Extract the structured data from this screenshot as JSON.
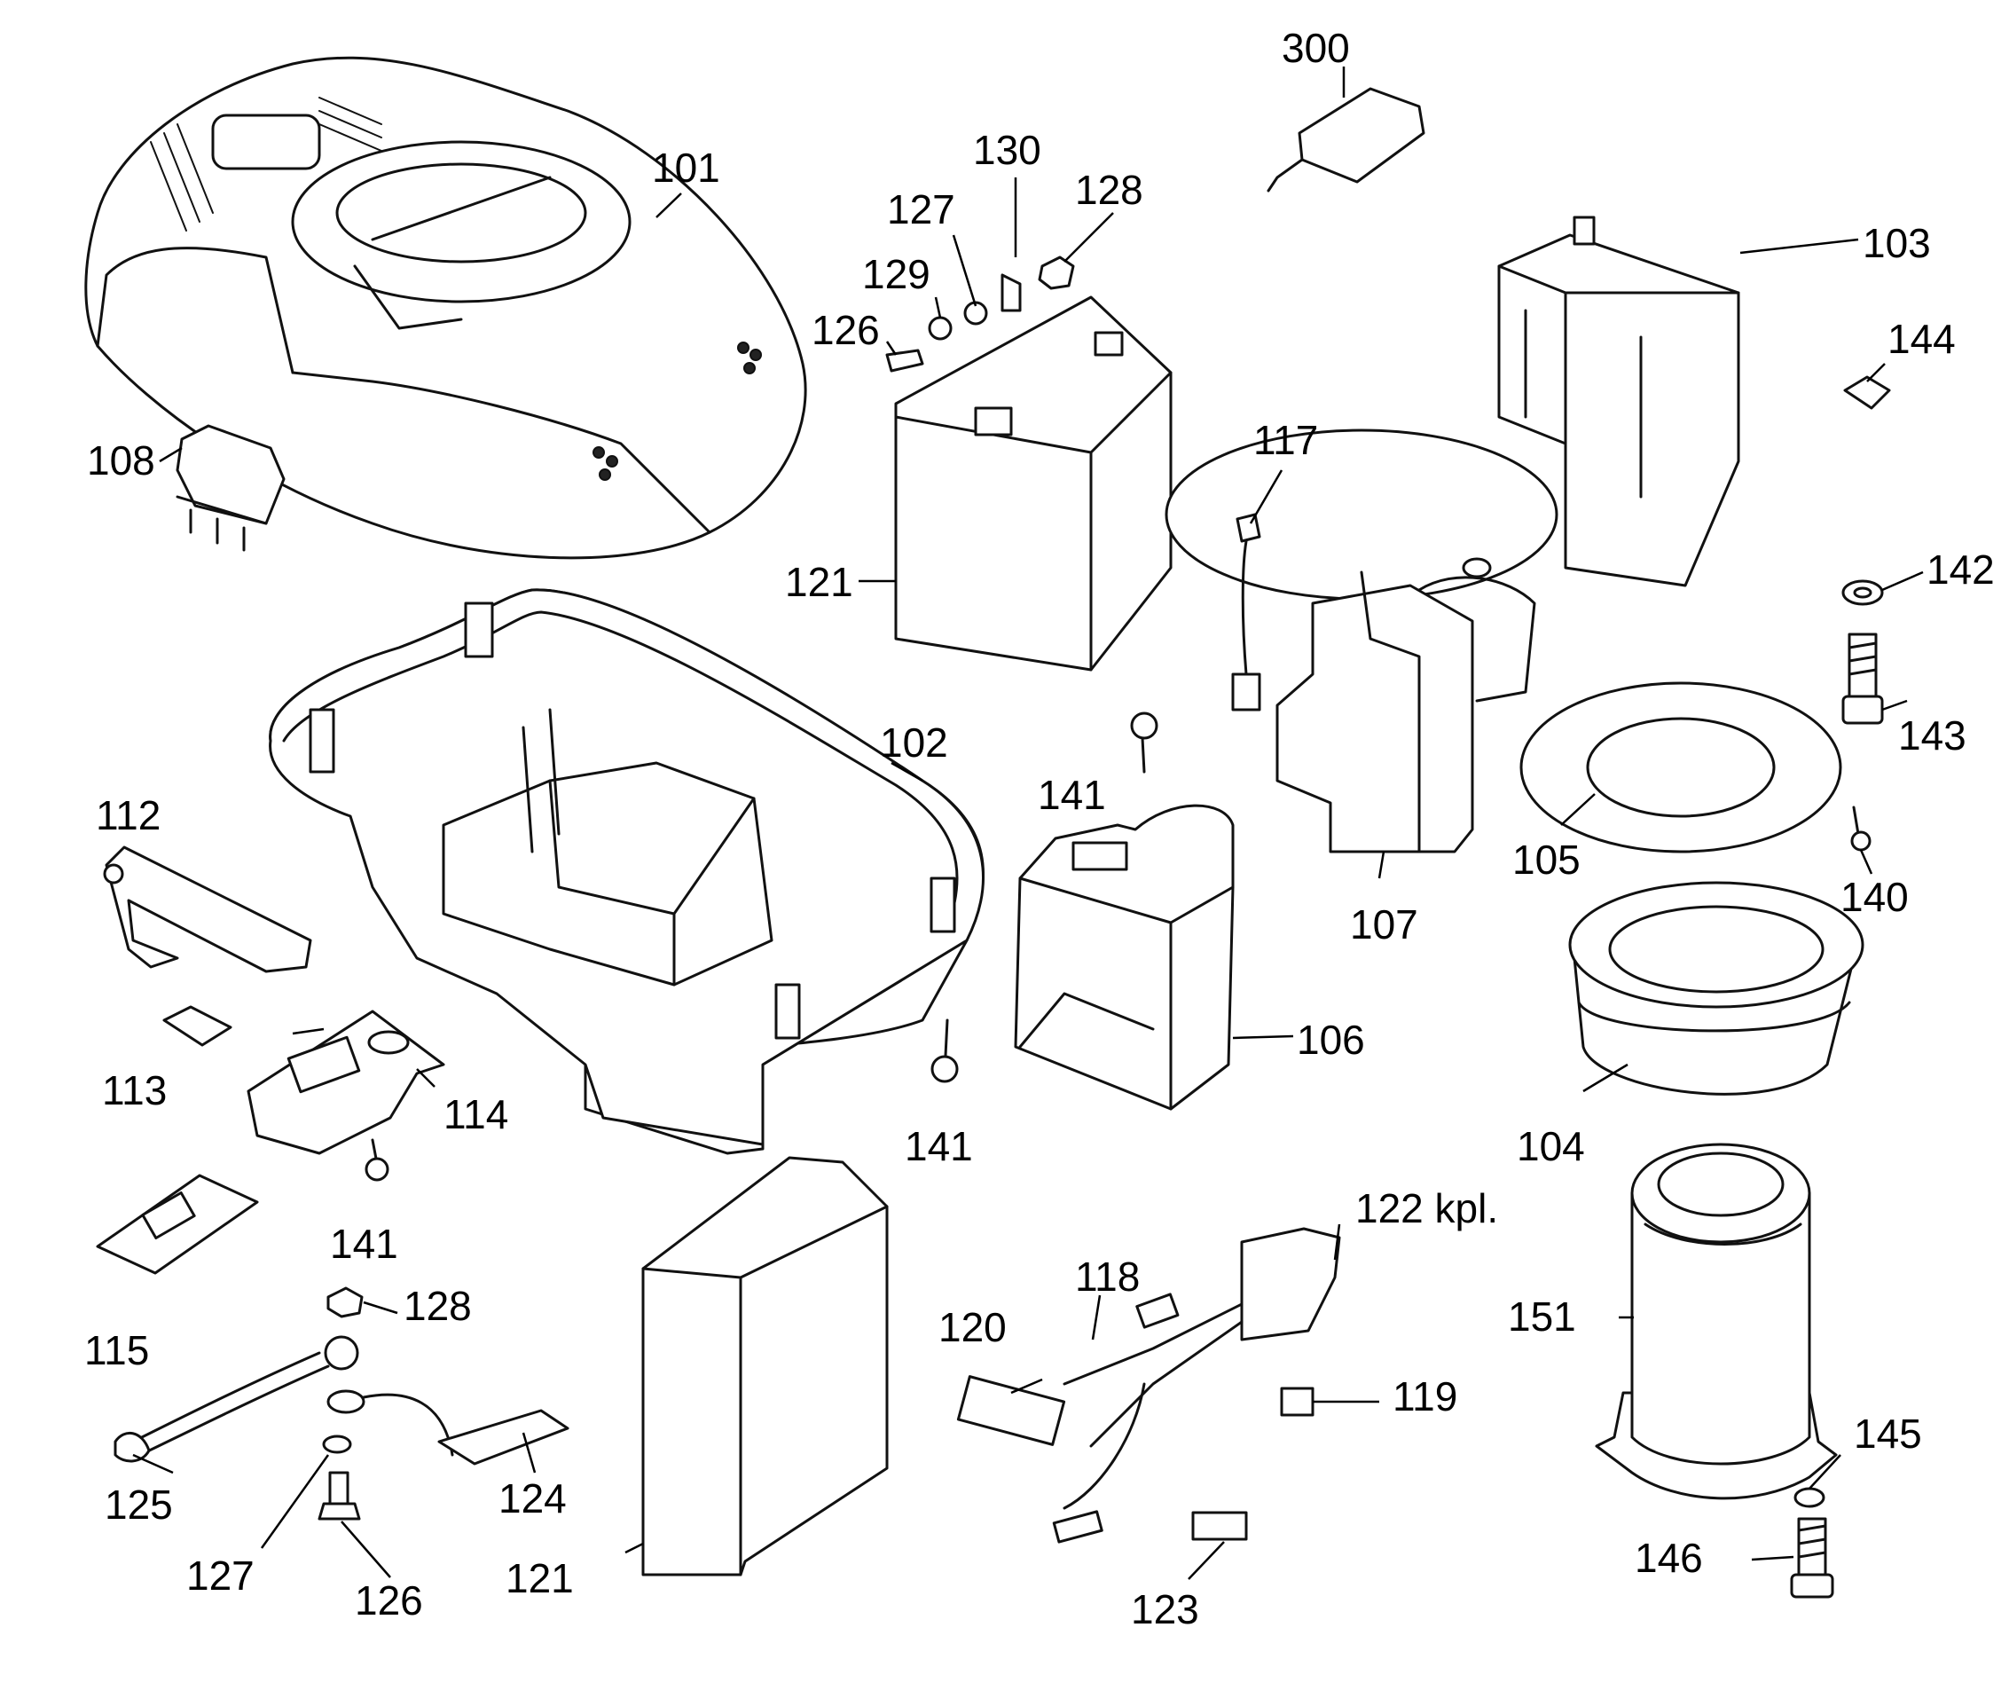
{
  "labels": {
    "l300": "300",
    "l101": "101",
    "l130": "130",
    "l127a": "127",
    "l128a": "128",
    "l129": "129",
    "l126a": "126",
    "l103": "103",
    "l144": "144",
    "l108": "108",
    "l117": "117",
    "l121a": "121",
    "l142": "142",
    "l143": "143",
    "l102": "102",
    "l112": "112",
    "l141a": "141",
    "l105": "105",
    "l140": "140",
    "l107": "107",
    "l106": "106",
    "l113": "113",
    "l114": "114",
    "l141b": "141",
    "l104": "104",
    "l141c": "141",
    "l122": "122 kpl.",
    "l118": "118",
    "l115": "115",
    "l128b": "128",
    "l120": "120",
    "l151": "151",
    "l119": "119",
    "l145": "145",
    "l125": "125",
    "l124": "124",
    "l127b": "127",
    "l121b": "121",
    "l146": "146",
    "l126b": "126",
    "l123": "123"
  },
  "icons": {
    "cover": "opener-cover-drawing",
    "battery": "battery-drawing",
    "motor": "motor-drawing"
  }
}
